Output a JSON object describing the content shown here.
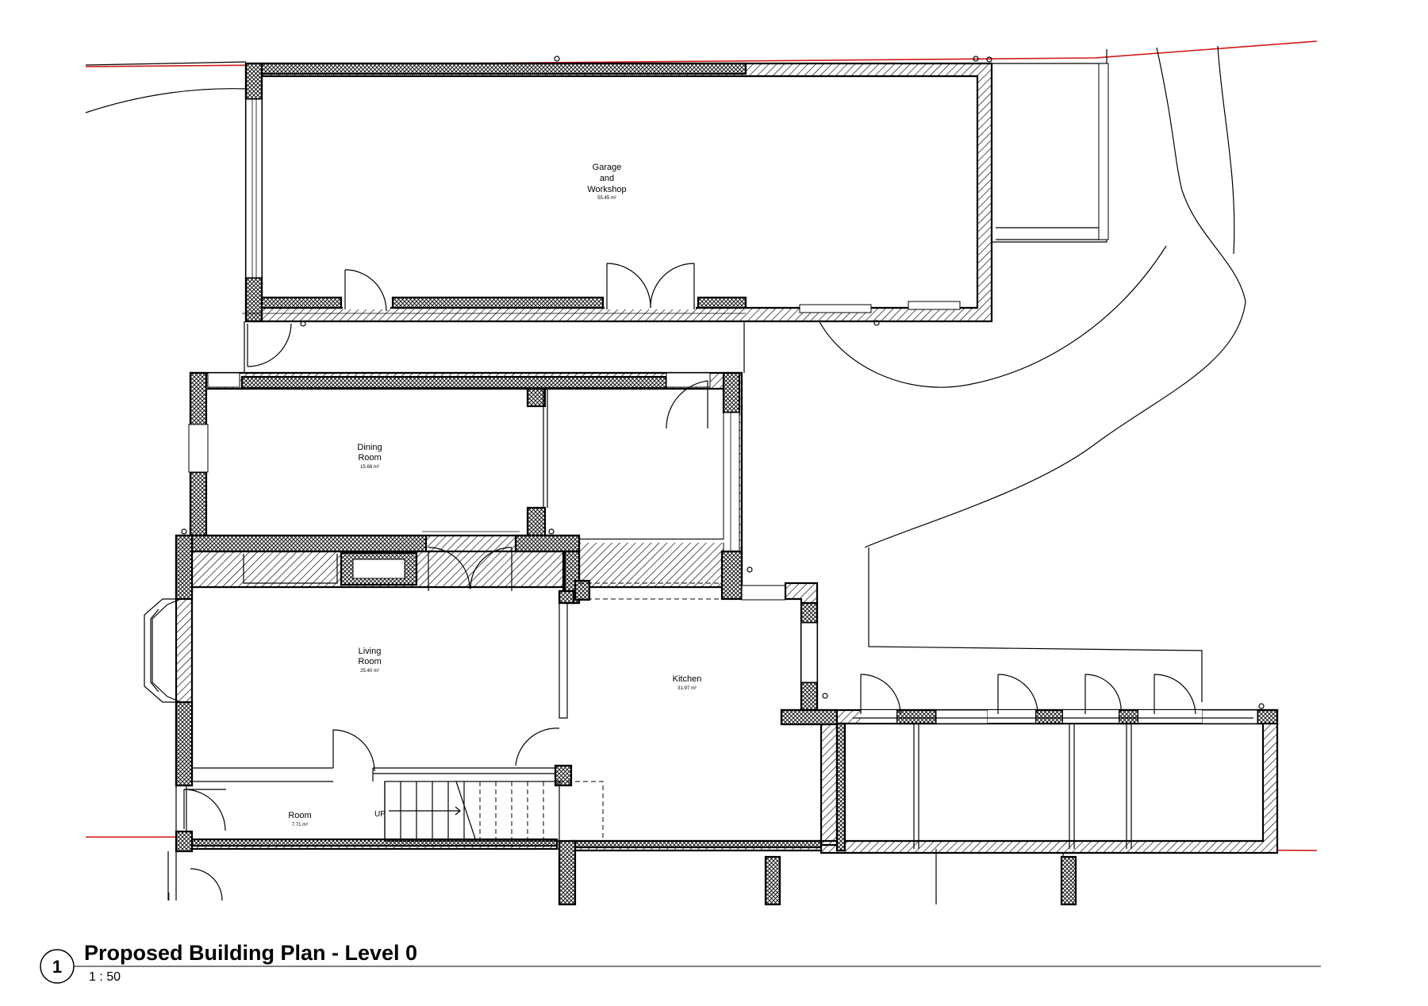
{
  "drawing": {
    "number": "1",
    "title": "Proposed Building Plan - Level 0",
    "scale": "1 : 50"
  },
  "rooms": {
    "garage": {
      "line1": "Garage",
      "line2": "and",
      "line3": "Workshop",
      "area": "55.45 m²"
    },
    "dining": {
      "line1": "Dining",
      "line2": "Room",
      "area": "15.68 m²"
    },
    "living": {
      "line1": "Living",
      "line2": "Room",
      "area": "25.40 m²"
    },
    "kitchen": {
      "line1": "Kitchen",
      "area": "31.97 m²"
    },
    "room": {
      "line1": "Room",
      "area": "7.71 m²"
    }
  },
  "stair": {
    "label": "UP"
  },
  "colors": {
    "boundary": "#d01818",
    "walls": "#000000"
  }
}
